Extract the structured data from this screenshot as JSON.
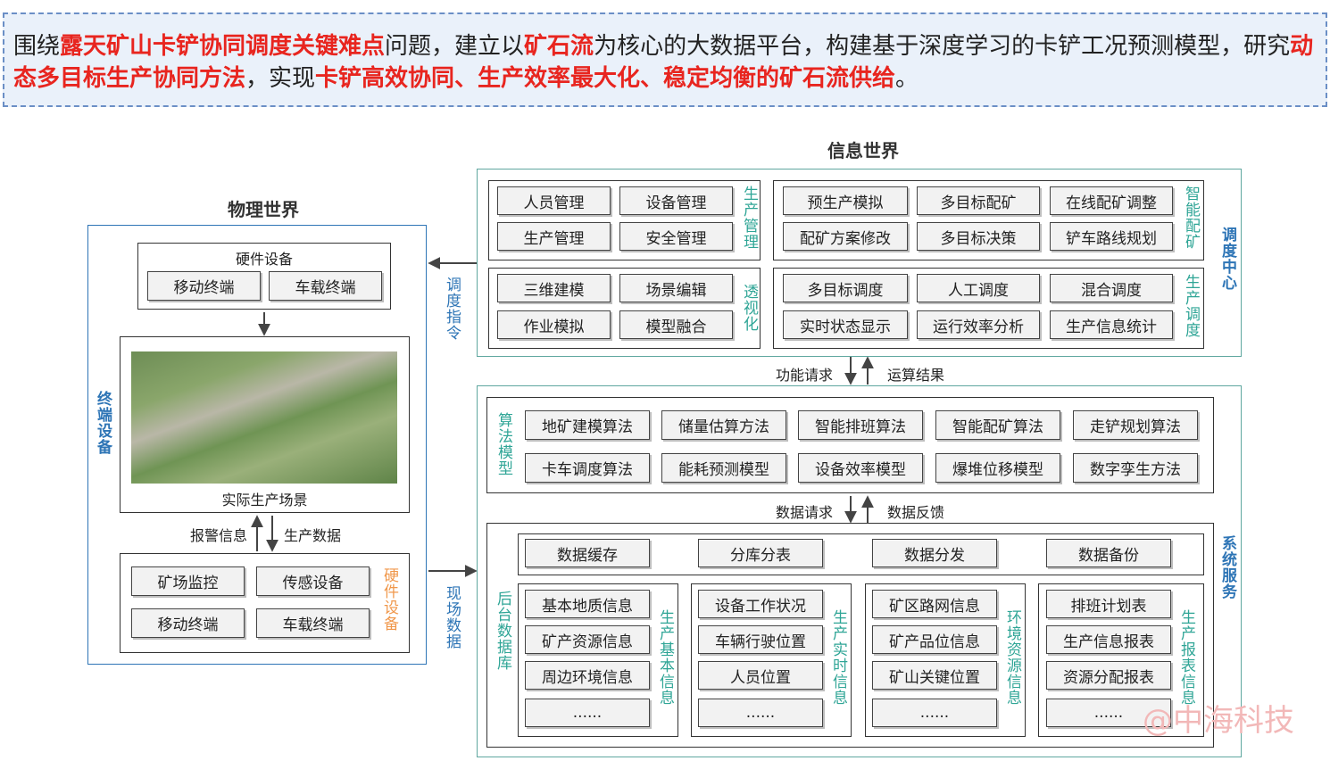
{
  "banner": {
    "p1": "围绕",
    "r1": "露天矿山卡铲协同调度关键难点",
    "p2": "问题，建立以",
    "r2": "矿石流",
    "p3": "为核心的大数据平台，构建基于深度学习的卡铲工况预测模型，研究",
    "r3": "动态多目标生产协同方法",
    "p4": "，实现",
    "r4": "卡铲高效协同、生产效率最大化、稳定均衡的矿石流供给",
    "p5": "。"
  },
  "physical": {
    "title": "物理世界",
    "side_label": "终端设备",
    "hardware_top": {
      "title": "硬件设备",
      "items": [
        "移动终端",
        "车载终端"
      ]
    },
    "scene_caption": "实际生产场景",
    "alarm": "报警信息",
    "prod_data": "生产数据",
    "hardware_bottom": {
      "label": "硬件设备",
      "items": [
        "矿场监控",
        "传感设备",
        "移动终端",
        "车载终端"
      ]
    }
  },
  "links": {
    "dispatch": "调度指令",
    "field": "现场数据"
  },
  "info": {
    "title": "信息世界",
    "dispatch_center": "调度中心",
    "prod_mgmt": {
      "label": "生产管理",
      "items": [
        "人员管理",
        "设备管理",
        "生产管理",
        "安全管理"
      ]
    },
    "smart_blend": {
      "label": "智能配矿",
      "items": [
        "预生产模拟",
        "多目标配矿",
        "在线配矿调整",
        "配矿方案修改",
        "多目标决策",
        "铲车路线规划"
      ]
    },
    "visual": {
      "label": "透视化",
      "items": [
        "三维建模",
        "场景编辑",
        "作业模拟",
        "模型融合"
      ]
    },
    "prod_dispatch": {
      "label": "生产调度",
      "items": [
        "多目标调度",
        "人工调度",
        "混合调度",
        "实时状态显示",
        "运行效率分析",
        "生产信息统计"
      ]
    },
    "func_req": "功能请求",
    "calc_result": "运算结果",
    "system_service": "系统服务",
    "algo": {
      "label": "算法模型",
      "items": [
        "地矿建模算法",
        "储量估算方法",
        "智能排班算法",
        "智能配矿算法",
        "走铲规划算法",
        "卡车调度算法",
        "能耗预测模型",
        "设备效率模型",
        "爆堆位移模型",
        "数字孪生方法"
      ]
    },
    "data_req": "数据请求",
    "data_fb": "数据反馈",
    "db": {
      "label": "后台数据库",
      "top": [
        "数据缓存",
        "分库分表",
        "数据分发",
        "数据备份"
      ],
      "groups": [
        {
          "label": "生产基本信息",
          "items": [
            "基本地质信息",
            "矿产资源信息",
            "周边环境信息",
            "......"
          ]
        },
        {
          "label": "生产实时信息",
          "items": [
            "设备工作状况",
            "车辆行驶位置",
            "人员位置",
            "......"
          ]
        },
        {
          "label": "环境资源信息",
          "items": [
            "矿区路网信息",
            "矿产品位信息",
            "矿山关键位置",
            "......"
          ]
        },
        {
          "label": "生产报表信息",
          "items": [
            "排班计划表",
            "生产信息报表",
            "资源分配报表",
            "......"
          ]
        }
      ]
    }
  },
  "watermark": "@中海科技",
  "colors": {
    "teal": "#2fa596",
    "blue": "#2e75b6",
    "orange": "#f0974a",
    "red": "#e8251f"
  }
}
